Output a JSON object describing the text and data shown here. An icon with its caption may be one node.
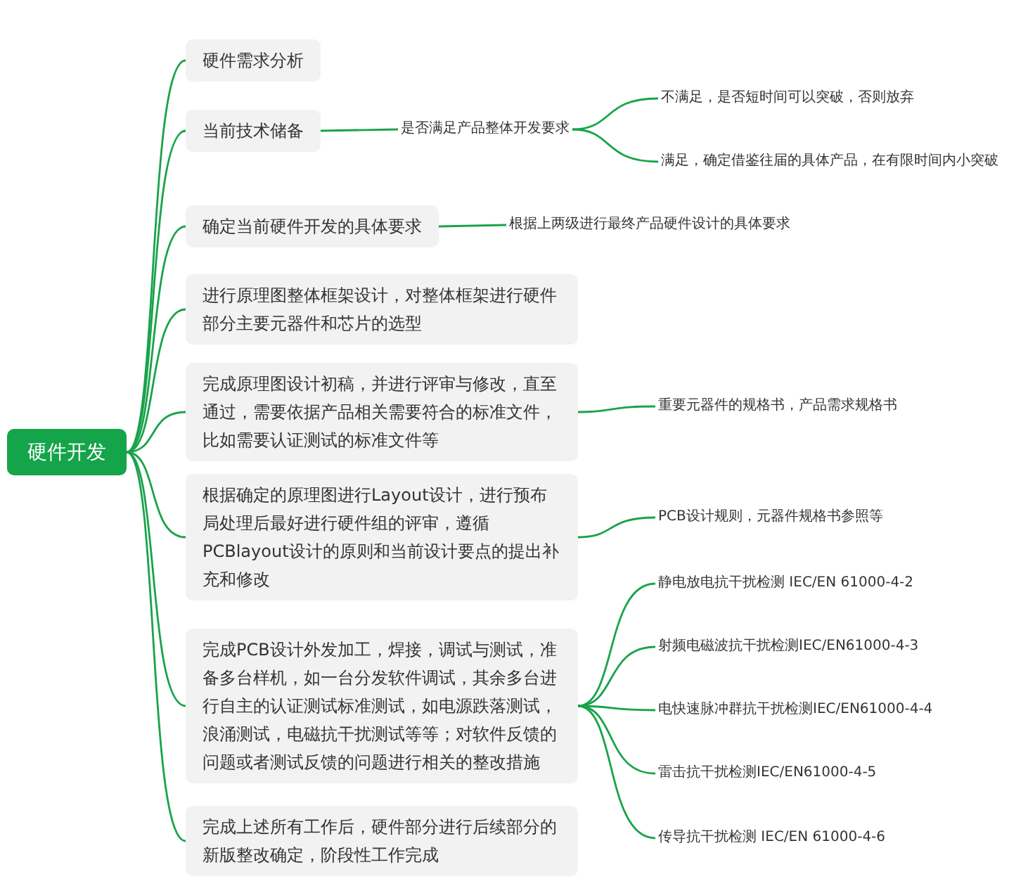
{
  "diagram": {
    "nodes": [
      {
        "text": [
          "硬件开发"
        ]
      },
      {
        "text": [
          "硬件需求分析"
        ]
      },
      {
        "text": [
          "当前技术储备"
        ]
      },
      {
        "text": [
          "是否满足产品整体开发要求"
        ]
      },
      {
        "text": [
          "不满足，是否短时间可以突破，否则放弃"
        ]
      },
      {
        "text": [
          "满足，确定借鉴往届的具体产品，在有限时间内小突破"
        ]
      },
      {
        "text": [
          "确定当前硬件开发的具体要求"
        ]
      },
      {
        "text": [
          "根据上两级进行最终产品硬件设计的具体要求"
        ]
      },
      {
        "text": [
          "进行原理图整体框架设计，对整体框架进行硬件部分主要元器件和芯片的选型"
        ]
      },
      {
        "text": [
          "完成原理图设计初稿，并进行评审与修改，直至通过，需要依据产品相关需要符合的标准文件，比如需要认证测试的标准文件等"
        ]
      },
      {
        "text": [
          "重要元器件的规格书，产品需求规格书"
        ]
      },
      {
        "text": [
          "根据确定的原理图进行Layout设计，进行预布局处理后最好进行硬件组的评审，遵循PCBlayout设计的原则和当前设计要点的提出补充和修改"
        ]
      },
      {
        "text": [
          "PCB设计规则，元器件规格书参照等"
        ]
      },
      {
        "text": [
          "完成PCB设计外发加工，焊接，调试与测试，准备多台样机，如一台分发软件调试，其余多台进行自主的认证测试标准测试，如电源跌落测试，浪涌测试，电磁抗干扰测试等等；对软件反馈的问题或者测试反馈的问题进行相关的整改措施"
        ]
      },
      {
        "text": [
          "静电放电抗干扰检测 IEC/EN 61000-4-2"
        ]
      },
      {
        "text": [
          "射频电磁波抗干扰检测IEC/EN61000-4-3"
        ]
      },
      {
        "text": [
          "电快速脉冲群抗干扰检测IEC/EN61000-4-4"
        ]
      },
      {
        "text": [
          "雷击抗干扰检测IEC/EN61000-4-5"
        ]
      },
      {
        "text": [
          "传导抗干扰检测 IEC/EN 61000-4-6"
        ]
      },
      {
        "text": [
          "完成上述所有工作后，硬件部分进行后续部分的新版整改确定，阶段性工作完成"
        ]
      }
    ],
    "edges": [
      {
        "from": 0,
        "to": 1,
        "arrow": "none"
      },
      {
        "from": 0,
        "to": 2,
        "arrow": "none"
      },
      {
        "from": 0,
        "to": 6,
        "arrow": "none"
      },
      {
        "from": 0,
        "to": 8,
        "arrow": "none"
      },
      {
        "from": 0,
        "to": 9,
        "arrow": "none"
      },
      {
        "from": 0,
        "to": 11,
        "arrow": "none"
      },
      {
        "from": 0,
        "to": 13,
        "arrow": "none"
      },
      {
        "from": 0,
        "to": 19,
        "arrow": "none"
      },
      {
        "from": 2,
        "to": 3,
        "arrow": "none"
      },
      {
        "from": 3,
        "to": 4,
        "arrow": "none"
      },
      {
        "from": 3,
        "to": 5,
        "arrow": "none"
      },
      {
        "from": 6,
        "to": 7,
        "arrow": "none"
      },
      {
        "from": 9,
        "to": 10,
        "arrow": "none"
      },
      {
        "from": 11,
        "to": 12,
        "arrow": "none"
      },
      {
        "from": 13,
        "to": 14,
        "arrow": "none"
      },
      {
        "from": 13,
        "to": 15,
        "arrow": "none"
      },
      {
        "from": 13,
        "to": 16,
        "arrow": "none"
      },
      {
        "from": 13,
        "to": 17,
        "arrow": "none"
      },
      {
        "from": 13,
        "to": 18,
        "arrow": "none"
      }
    ]
  }
}
